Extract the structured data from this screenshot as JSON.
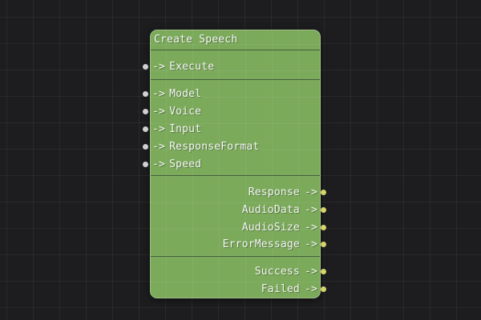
{
  "canvas": {
    "background_color": "#1d1d1f",
    "grid_line_color": "rgba(255,255,255,0.05)"
  },
  "node": {
    "title": "Create Speech",
    "body_color": "#7baa5b",
    "arrow": "->",
    "input_pin_color": "#d0d0d0",
    "output_pin_color": "#d6d46a",
    "inputs": [
      {
        "label": "Execute"
      },
      {
        "label": "Model"
      },
      {
        "label": "Voice"
      },
      {
        "label": "Input"
      },
      {
        "label": "ResponseFormat"
      },
      {
        "label": "Speed"
      }
    ],
    "outputs": [
      {
        "label": "Response"
      },
      {
        "label": "AudioData"
      },
      {
        "label": "AudioSize"
      },
      {
        "label": "ErrorMessage"
      },
      {
        "label": "Success"
      },
      {
        "label": "Failed"
      }
    ]
  }
}
